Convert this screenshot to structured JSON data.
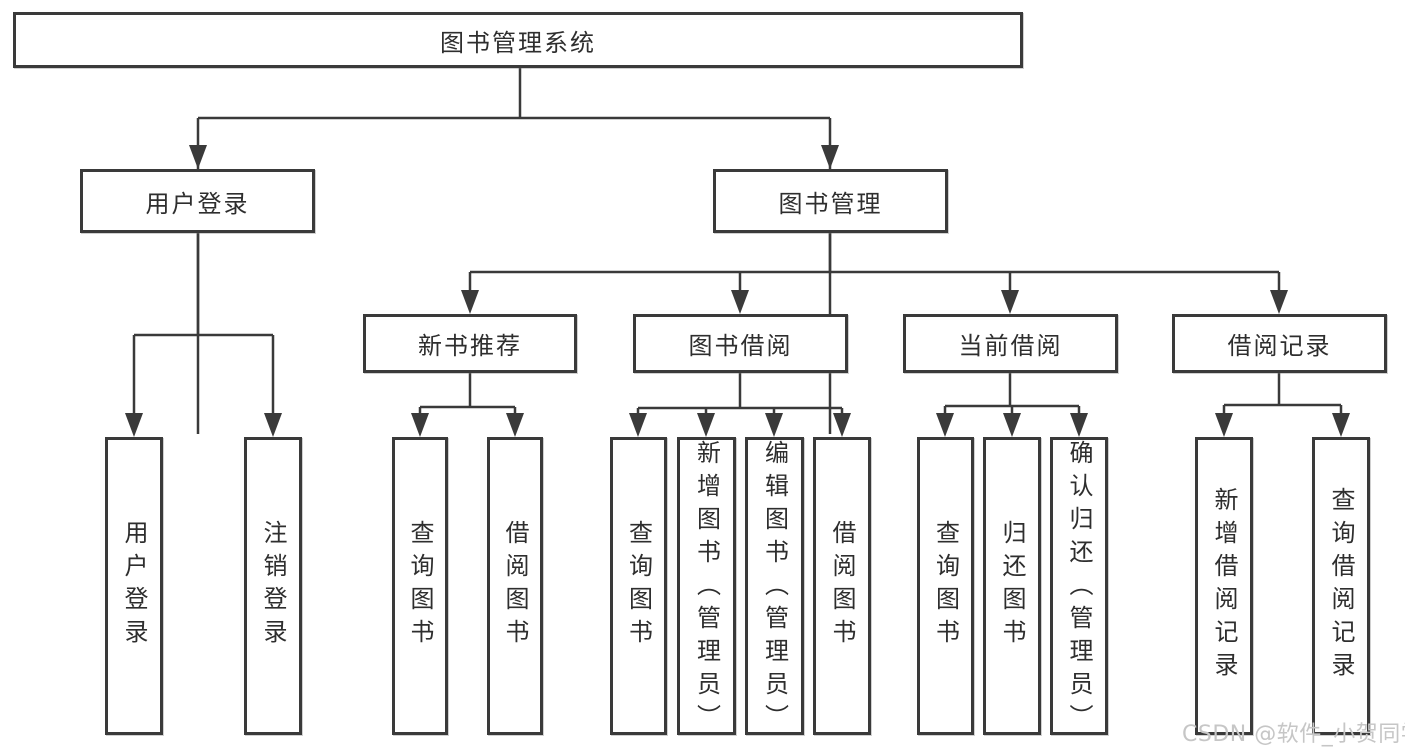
{
  "colors": {
    "line": "#3a3a3a",
    "box-border": "#3a3a3a",
    "text": "#2e2e2e",
    "watermark": "#c6c6c6",
    "box-bg": "#ffffff",
    "background": "#ffffff"
  },
  "diagram": {
    "root": {
      "label": "图书管理系统"
    },
    "level2": [
      {
        "label": "用户登录",
        "children": [
          {
            "label": "用户登录"
          },
          {
            "label": "注销登录"
          }
        ]
      },
      {
        "label": "图书管理",
        "children": [
          {
            "label": "新书推荐",
            "children": [
              {
                "label": "查询图书"
              },
              {
                "label": "借阅图书"
              }
            ]
          },
          {
            "label": "图书借阅",
            "children": [
              {
                "label": "查询图书"
              },
              {
                "label": "新增图书（管理员）"
              },
              {
                "label": "编辑图书（管理员）"
              },
              {
                "label": "借阅图书"
              }
            ]
          },
          {
            "label": "当前借阅",
            "children": [
              {
                "label": "查询图书"
              },
              {
                "label": "归还图书"
              },
              {
                "label": "确认归还（管理员）"
              }
            ]
          },
          {
            "label": "借阅记录",
            "children": [
              {
                "label": "新增借阅记录"
              },
              {
                "label": "查询借阅记录"
              }
            ]
          }
        ]
      }
    ]
  },
  "watermark": {
    "text": "CSDN @软件_小贺同学"
  }
}
